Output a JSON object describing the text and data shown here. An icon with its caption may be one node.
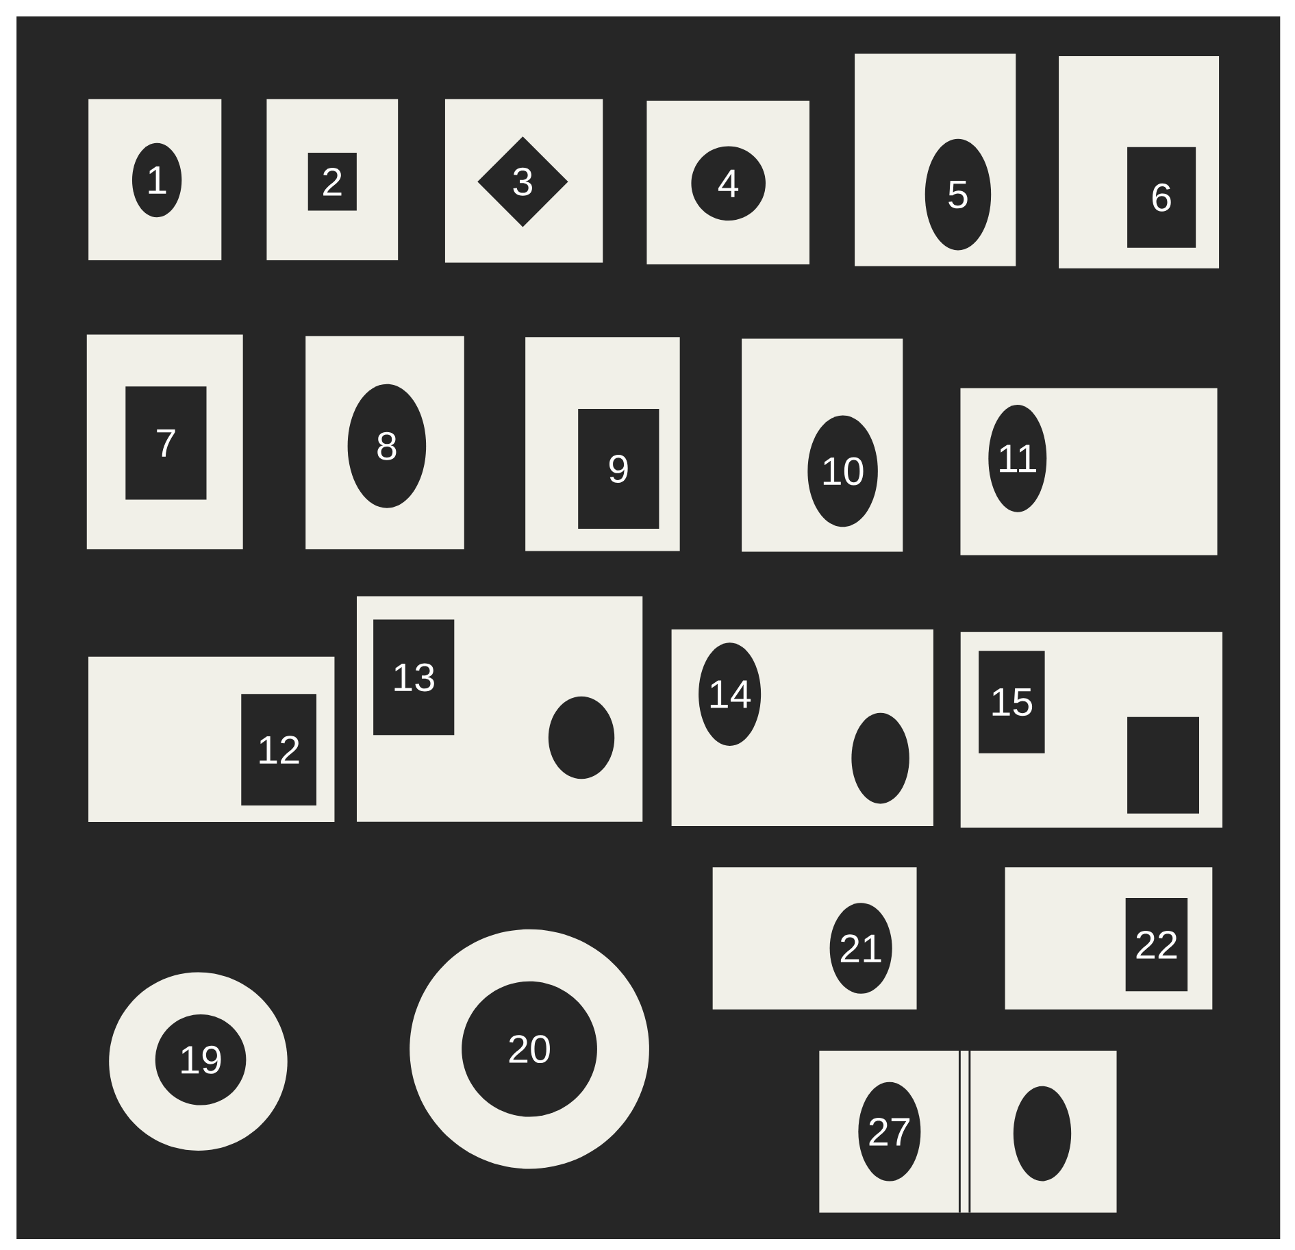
{
  "diagram": {
    "nodes": [
      {
        "text": [],
        "shape": "box"
      },
      {
        "text": [
          "1"
        ],
        "in": 0
      },
      {
        "text": [],
        "shape": "box"
      },
      {
        "text": [
          "2"
        ],
        "in": 2
      },
      {
        "text": [],
        "shape": "box"
      },
      {
        "text": [
          "3"
        ],
        "in": 4
      },
      {
        "text": [],
        "shape": "box"
      },
      {
        "text": [
          "4"
        ],
        "in": 6
      },
      {
        "text": [],
        "shape": "box"
      },
      {
        "text": [
          "5"
        ],
        "in": 8
      },
      {
        "text": [],
        "shape": "box"
      },
      {
        "text": [
          "6"
        ],
        "in": 10
      },
      {
        "text": [],
        "shape": "box"
      },
      {
        "text": [
          "7"
        ],
        "in": 12
      },
      {
        "text": [],
        "shape": "box"
      },
      {
        "text": [
          "8"
        ],
        "in": 14
      },
      {
        "text": [],
        "shape": "box"
      },
      {
        "text": [
          "9"
        ],
        "in": 16
      },
      {
        "text": [],
        "shape": "box"
      },
      {
        "text": [
          "10"
        ],
        "in": 18
      },
      {
        "text": [],
        "shape": "box"
      },
      {
        "text": [
          "11"
        ],
        "in": 20
      },
      {
        "text": [],
        "shape": "box"
      },
      {
        "text": [
          "12"
        ],
        "in": 22
      },
      {
        "text": [],
        "shape": "box"
      },
      {
        "text": [
          "13"
        ],
        "in": 24
      },
      {
        "text": [],
        "shape": "ellipse",
        "in": 24
      },
      {
        "text": [],
        "shape": "box"
      },
      {
        "text": [
          "14"
        ],
        "in": 27
      },
      {
        "text": [],
        "shape": "ellipse",
        "in": 27
      },
      {
        "text": [],
        "shape": "box"
      },
      {
        "text": [
          "15"
        ],
        "in": 30
      },
      {
        "text": [],
        "shape": "box",
        "in": 30
      },
      {
        "text": [],
        "shape": "box"
      },
      {
        "text": [
          "21"
        ],
        "in": 33
      },
      {
        "text": [],
        "shape": "box"
      },
      {
        "text": [
          "22"
        ],
        "in": 35
      },
      {
        "text": [],
        "shape": "circle"
      },
      {
        "text": [
          "19"
        ],
        "in": 37
      },
      {
        "text": [],
        "shape": "circle"
      },
      {
        "text": [
          "20"
        ],
        "in": 39
      },
      {
        "text": [],
        "shape": "box"
      },
      {
        "text": [
          "27"
        ],
        "in": 41
      },
      {
        "text": [],
        "shape": "ellipse",
        "in": 41
      }
    ]
  }
}
